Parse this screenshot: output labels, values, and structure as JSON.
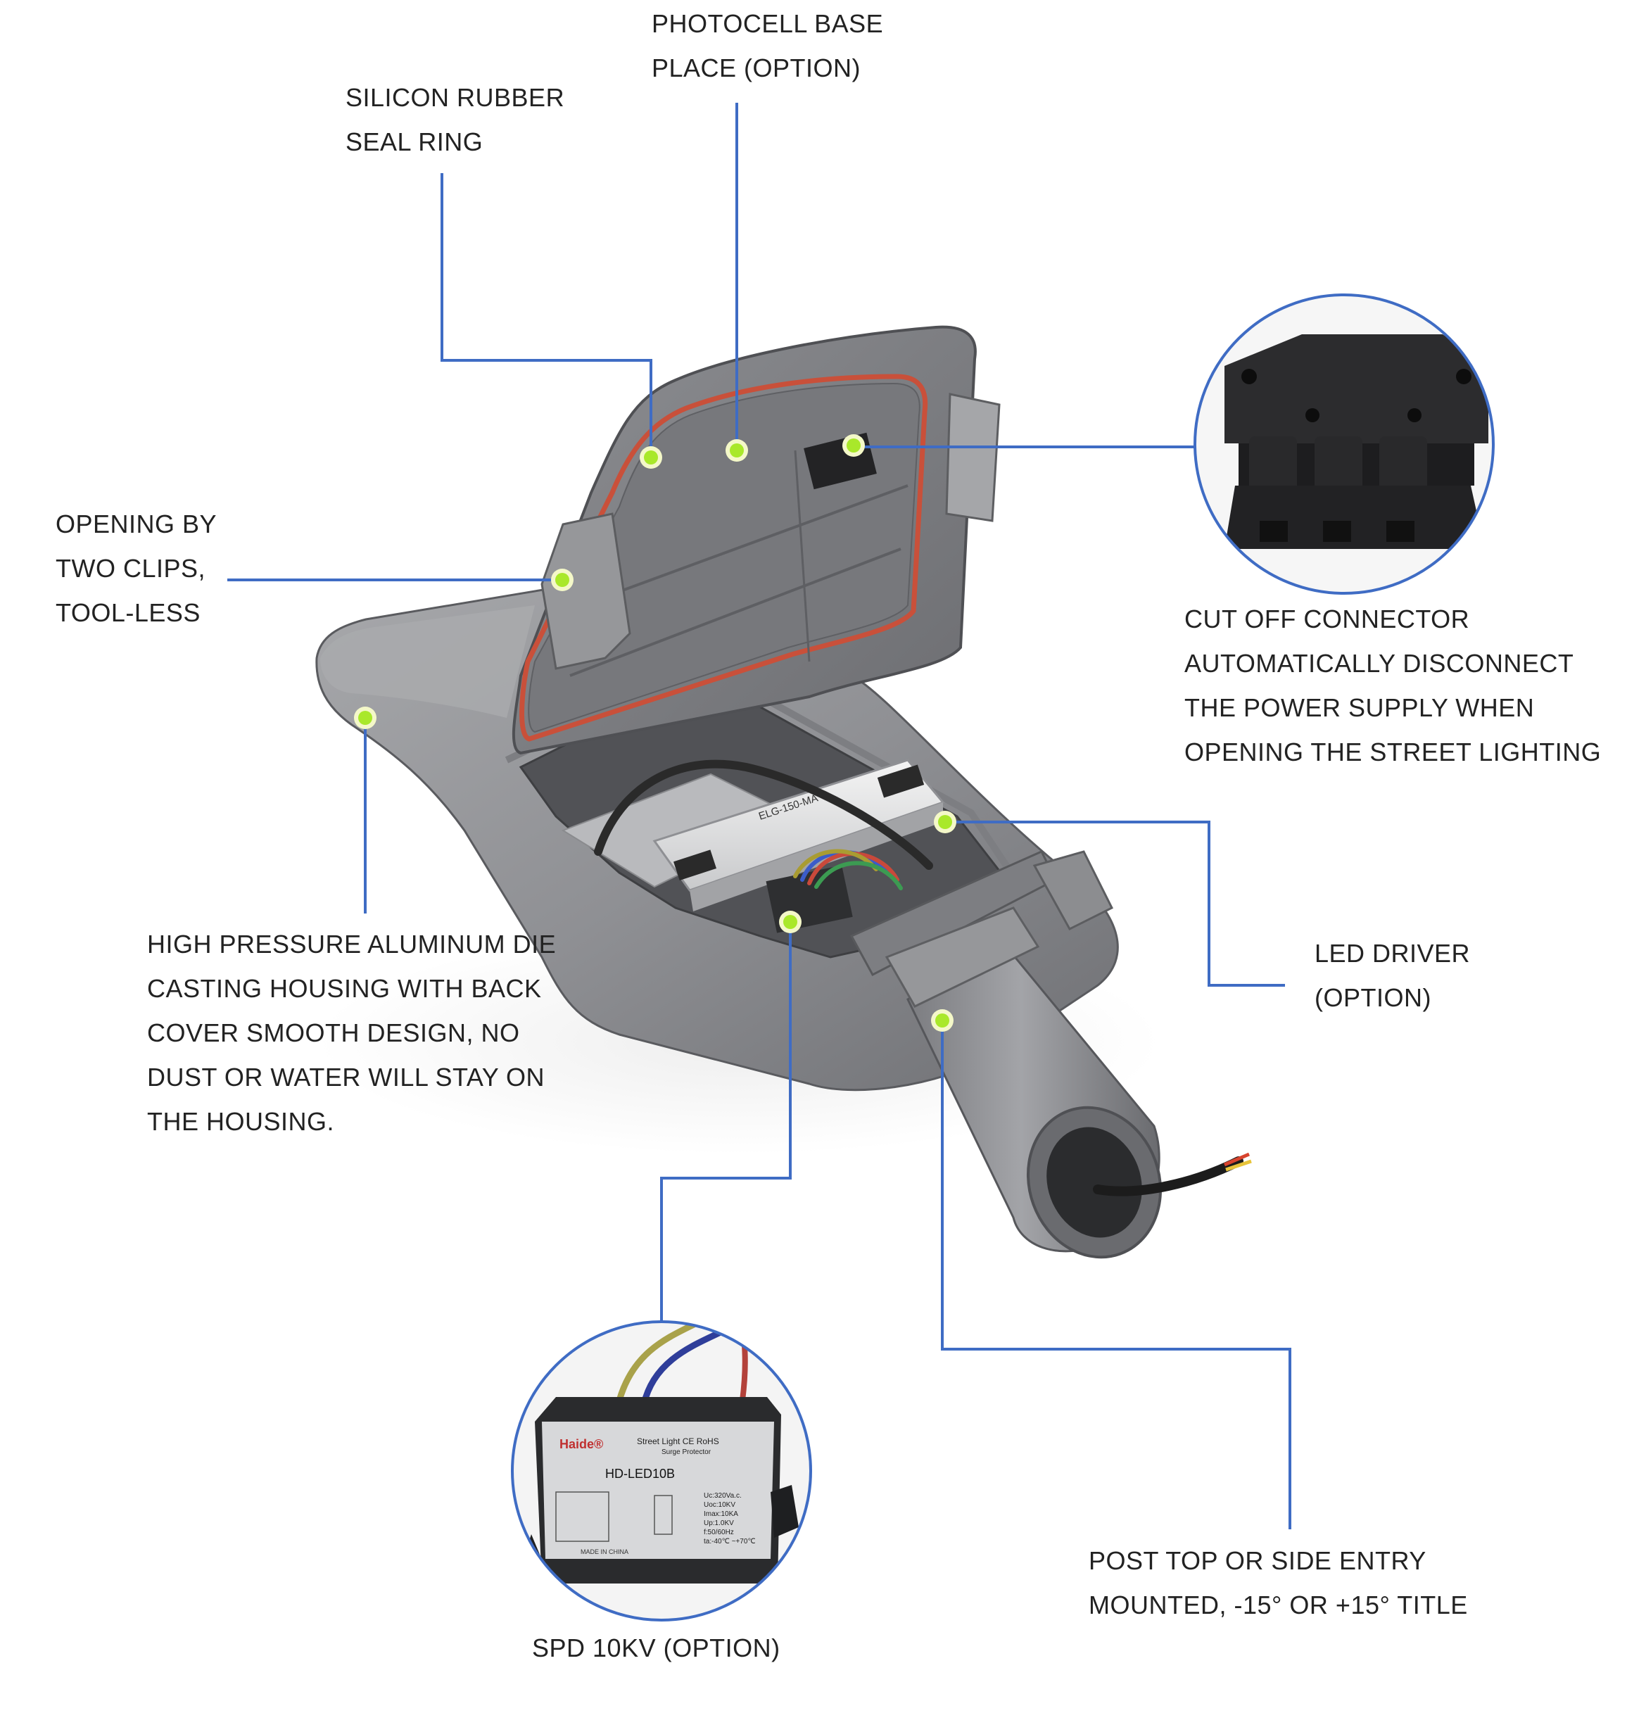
{
  "colors": {
    "leader_line": "#3f6cc4",
    "marker_fill": "#a9e82a",
    "marker_ring": "#f4f8c8",
    "housing": "#8a8b8e",
    "seal_ring": "#c9503a"
  },
  "callouts": {
    "photocell": {
      "lines": [
        "PHOTOCELL BASE",
        "PLACE (OPTION)"
      ]
    },
    "seal_ring": {
      "lines": [
        "SILICON RUBBER",
        "SEAL RING"
      ]
    },
    "clips": {
      "lines": [
        "OPENING BY",
        "TWO CLIPS,",
        "TOOL-LESS"
      ]
    },
    "cutoff": {
      "lines": [
        "CUT OFF CONNECTOR",
        "AUTOMATICALLY DISCONNECT",
        "THE POWER SUPPLY WHEN",
        "OPENING THE STREET LIGHTING"
      ]
    },
    "housing": {
      "lines": [
        "HIGH PRESSURE ALUMINUM DIE",
        "CASTING HOUSING WITH BACK",
        "COVER SMOOTH DESIGN, NO",
        "DUST OR WATER WILL STAY ON",
        "THE HOUSING."
      ]
    },
    "driver": {
      "lines": [
        "LED DRIVER",
        "(OPTION)"
      ]
    },
    "post": {
      "lines": [
        "POST TOP OR SIDE ENTRY",
        "MOUNTED, -15° OR +15° TITLE"
      ]
    },
    "spd": {
      "lines": [
        "SPD 10KV (OPTION)"
      ]
    }
  },
  "driver_label": "ELG-150-MA",
  "spd_module": {
    "brand": "Haide®",
    "title": "Street Light CE RoHS",
    "subtitle": "Surge Protector",
    "model": "HD-LED10B",
    "specs": [
      "Uc:320Va.c.",
      "Uoc:10KV",
      "Imax:10KA",
      "Up:1.0KV",
      "f:50/60Hz",
      "ta:-40℃ ~+70℃"
    ],
    "origin": "MADE IN CHINA"
  }
}
